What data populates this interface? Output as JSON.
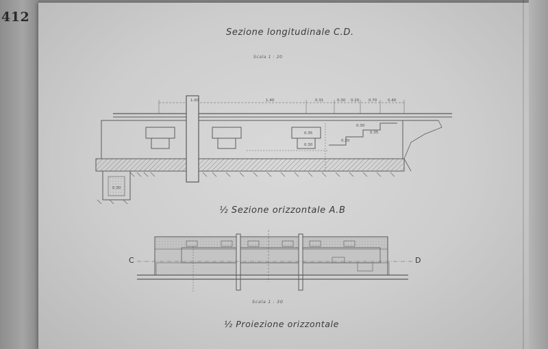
{
  "page_number": "412",
  "drawing": {
    "title_longitudinal": "Sezione longitudinale C.D.",
    "scale_longitudinal": "Scala 1 : 20",
    "title_horizontal_section": "½ Sezione orizzontale A.B",
    "scale_horizontal": "Scala 1 : 30",
    "title_projection": "½ Proiezione orizzontale",
    "section_markers": {
      "left": "C",
      "right": "D"
    },
    "dimensions_top": [
      "1.00",
      "1.40",
      "0.31",
      "0.30",
      "0.20",
      "0.70",
      "0.40"
    ],
    "dimension_labels_section": [
      "0.35",
      "0.30",
      "0.35",
      "0.30",
      "0.20"
    ],
    "foundation_label": "0.30"
  }
}
